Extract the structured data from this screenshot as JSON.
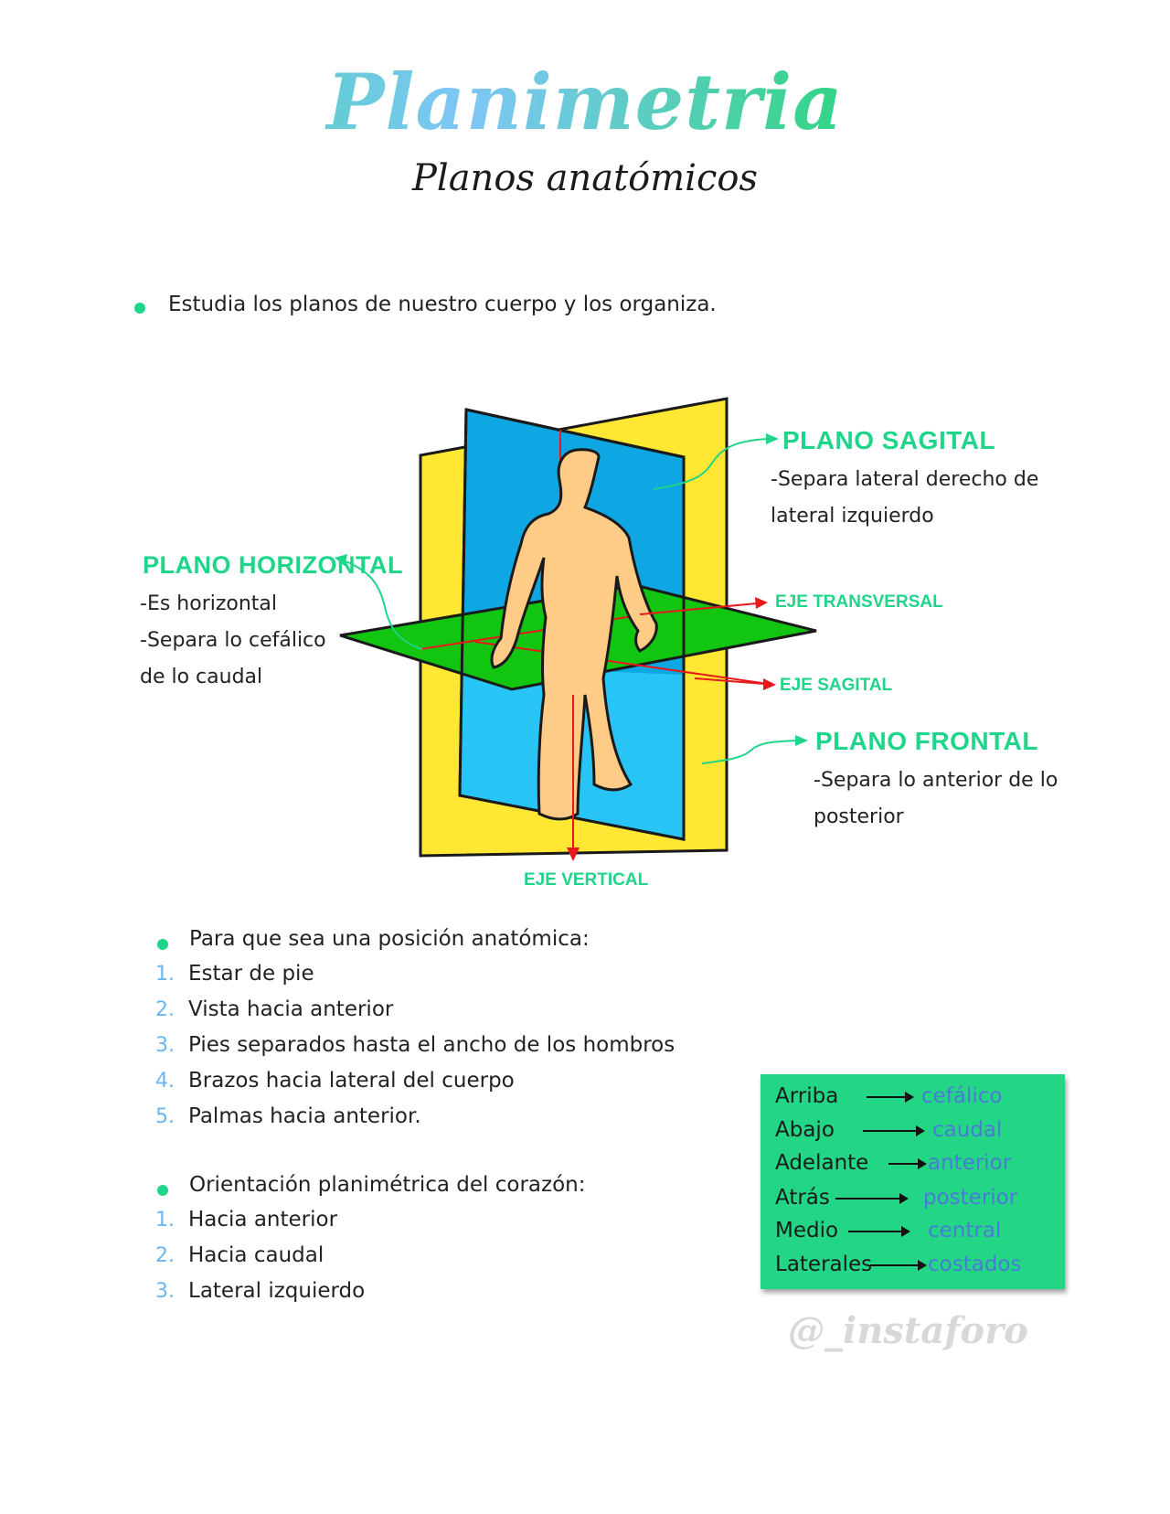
{
  "header": {
    "title": "Planimetria",
    "subtitle": "Planos anatómicos"
  },
  "intro": "Estudia los planos de nuestro cuerpo y los organiza.",
  "diagram": {
    "plano_sagital": {
      "label": "PLANO SAGITAL",
      "desc": [
        "-Separa lateral derecho de",
        "lateral izquierdo"
      ]
    },
    "plano_horizontal": {
      "label": "PLANO HORIZONTAL",
      "desc": [
        "-Es horizontal",
        "-Separa lo cefálico",
        "de lo caudal"
      ]
    },
    "plano_frontal": {
      "label": "PLANO FRONTAL",
      "desc": [
        "-Separa lo anterior de lo",
        "posterior"
      ]
    },
    "eje_transversal": "EJE TRANSVERSAL",
    "eje_sagital": "EJE SAGITAL",
    "eje_vertical": "EJE VERTICAL"
  },
  "posicion": {
    "heading": "Para que sea una posición anatómica:",
    "items": [
      {
        "num": "1.",
        "text": "Estar de pie"
      },
      {
        "num": "2.",
        "text": "Vista hacia anterior"
      },
      {
        "num": "3.",
        "text": "Pies separados hasta el ancho de los hombros"
      },
      {
        "num": "4.",
        "text": "Brazos hacia lateral del cuerpo"
      },
      {
        "num": "5.",
        "text": "Palmas hacia anterior."
      }
    ]
  },
  "corazon": {
    "heading": "Orientación planimétrica del corazón:",
    "items": [
      {
        "num": "1.",
        "text": "Hacia anterior"
      },
      {
        "num": "2.",
        "text": "Hacia caudal"
      },
      {
        "num": "3.",
        "text": "Lateral izquierdo"
      }
    ]
  },
  "terms": [
    {
      "from": "Arriba",
      "to": "cefálico"
    },
    {
      "from": "Abajo",
      "to": "caudal"
    },
    {
      "from": "Adelante",
      "to": "anterior"
    },
    {
      "from": "Atrás",
      "to": "posterior"
    },
    {
      "from": "Medio",
      "to": "central"
    },
    {
      "from": "Laterales",
      "to": "costados"
    }
  ],
  "watermark": "@_instaforo",
  "colors": {
    "accent_green": "#1fd58a",
    "accent_blue": "#6ab6f4",
    "plane_yellow": "#ffe733",
    "plane_blue": "#1fb3ec",
    "plane_green": "#11c511",
    "body_skin": "#ffcc88",
    "axis_red": "#e8191b"
  }
}
